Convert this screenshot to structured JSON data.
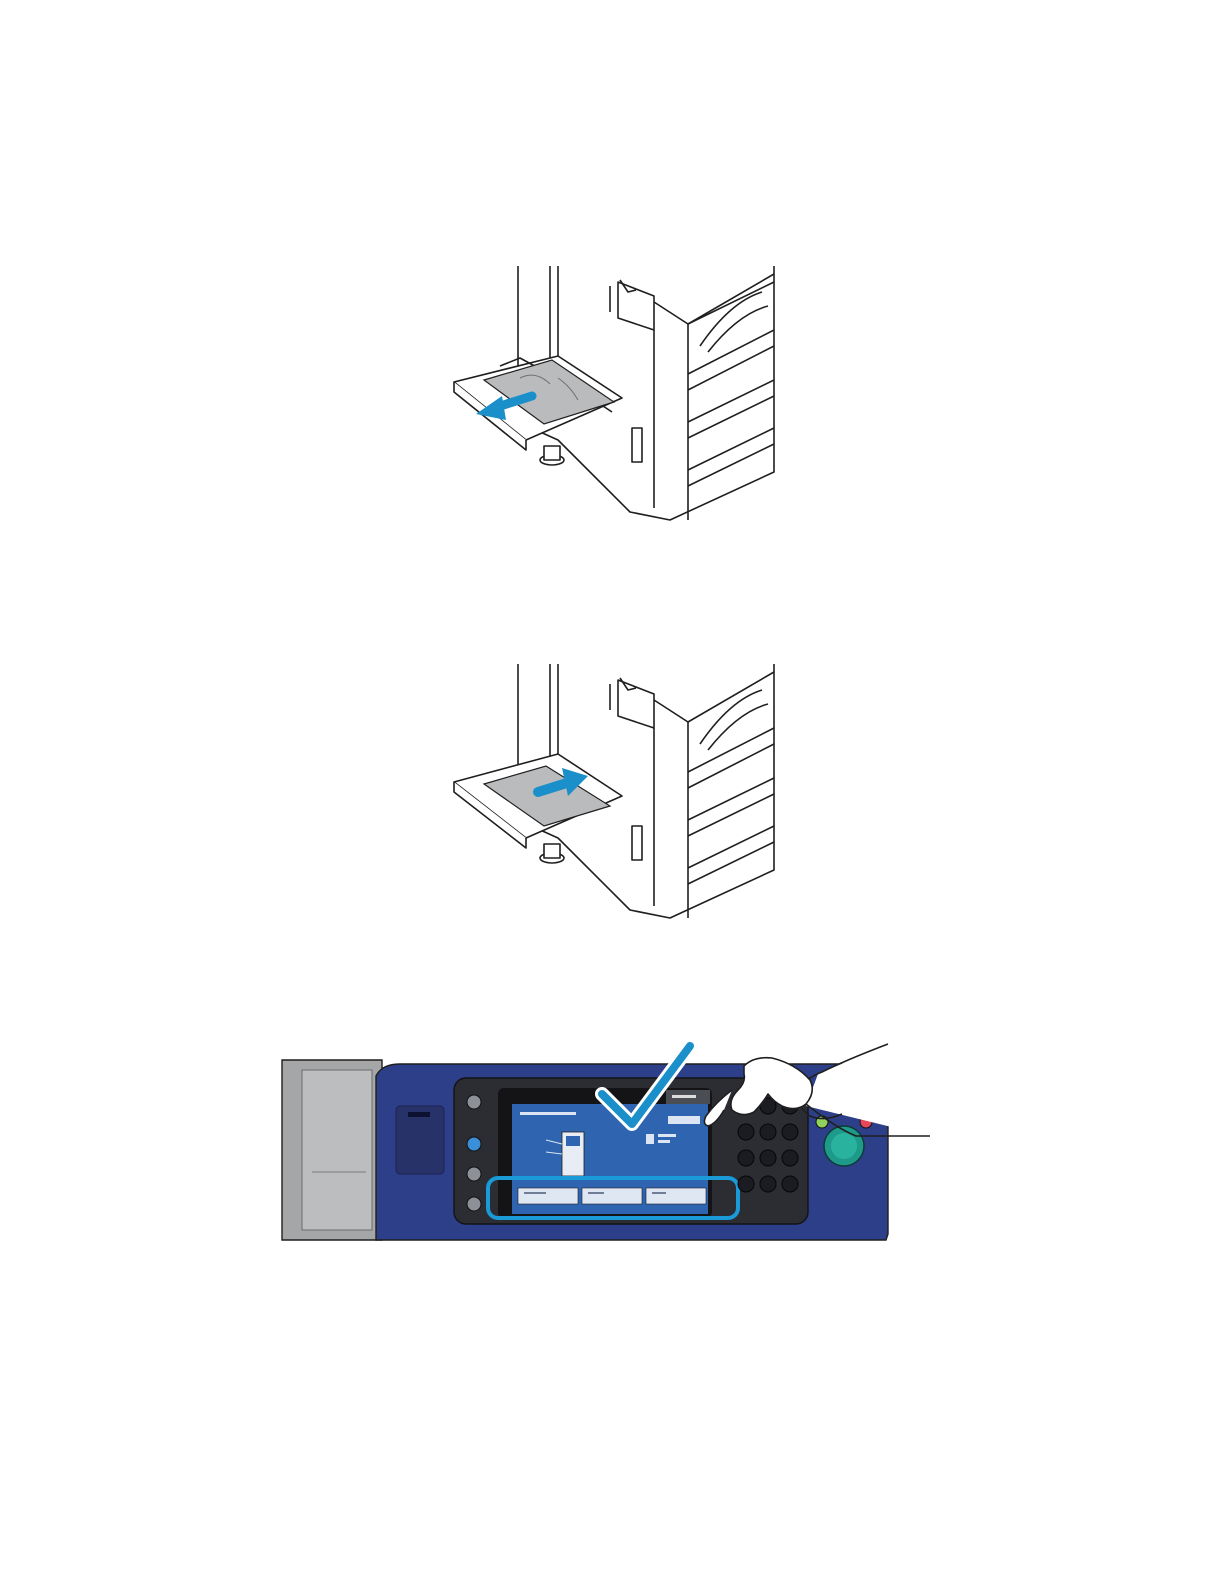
{
  "figures": [
    {
      "id": "remove-jammed-paper",
      "arrow_direction": "out",
      "arrow_color": "#1a8fc9"
    },
    {
      "id": "reload-paper",
      "arrow_direction": "in",
      "arrow_color": "#1a8fc9"
    },
    {
      "id": "control-panel-confirm",
      "highlight_color": "#1a9ad6",
      "check_color": "#1a8fc9"
    }
  ],
  "colors": {
    "panel_blue": "#2e3f8a",
    "panel_dark": "#263268",
    "screen_blue": "#2f64b0",
    "paper_gray": "#b9bbbd",
    "outline": "#1f1f1f"
  },
  "icons": [
    "printer-illustration",
    "jammed-paper",
    "pull-arrow-icon",
    "push-arrow-icon",
    "checkmark-icon",
    "hand-pointer-icon",
    "touch-screen",
    "keypad"
  ]
}
